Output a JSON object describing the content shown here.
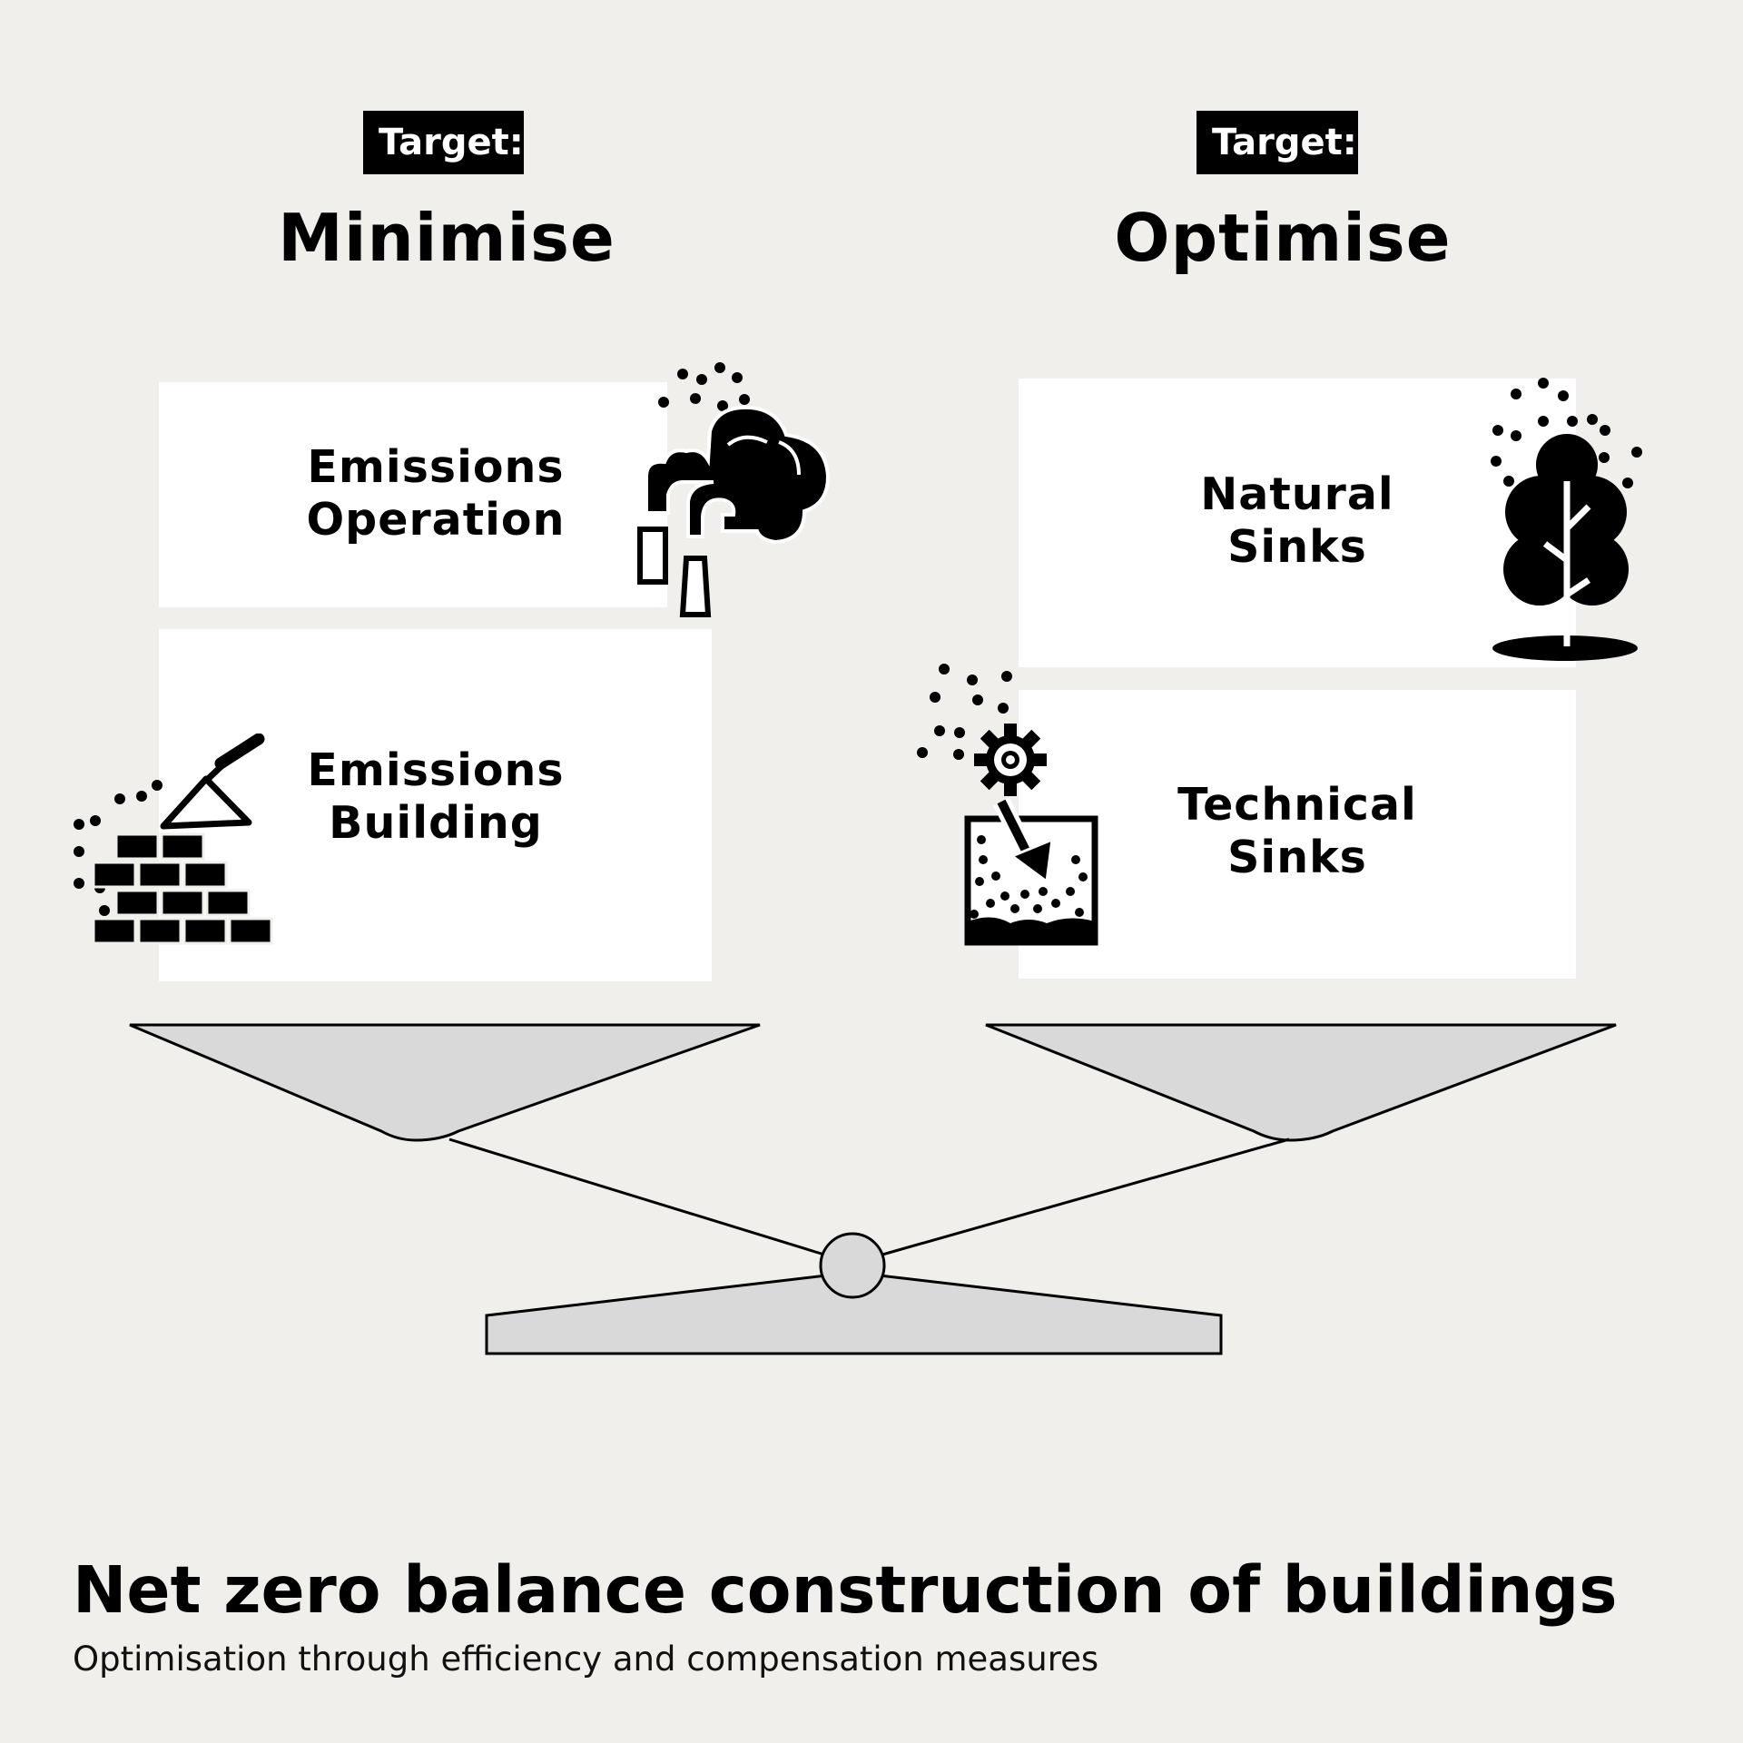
{
  "left_column": {
    "target_label": "Target:",
    "heading": "Minimise",
    "cards": [
      {
        "line1": "Emissions",
        "line2": "Operation",
        "icon": "factory-smoke-icon"
      },
      {
        "line1": "Emissions",
        "line2": "Building",
        "icon": "brick-wall-trowel-icon"
      }
    ]
  },
  "right_column": {
    "target_label": "Target:",
    "heading": "Optimise",
    "cards": [
      {
        "line1": "Natural",
        "line2": "Sinks",
        "icon": "tree-icon"
      },
      {
        "line1": "Technical",
        "line2": "Sinks",
        "icon": "carbon-capture-storage-icon"
      }
    ]
  },
  "scale": {
    "icon": "balance-scale-icon",
    "pan_color": "#d9d9d9",
    "outline_color": "#000000"
  },
  "footer": {
    "title": "Net zero balance construction of buildings",
    "subtitle": "Optimisation through efficiency and compensation measures"
  },
  "colors": {
    "background": "#f1efeb",
    "card": "#ffffff",
    "tag_background": "#000000",
    "tag_text": "#ffffff"
  }
}
